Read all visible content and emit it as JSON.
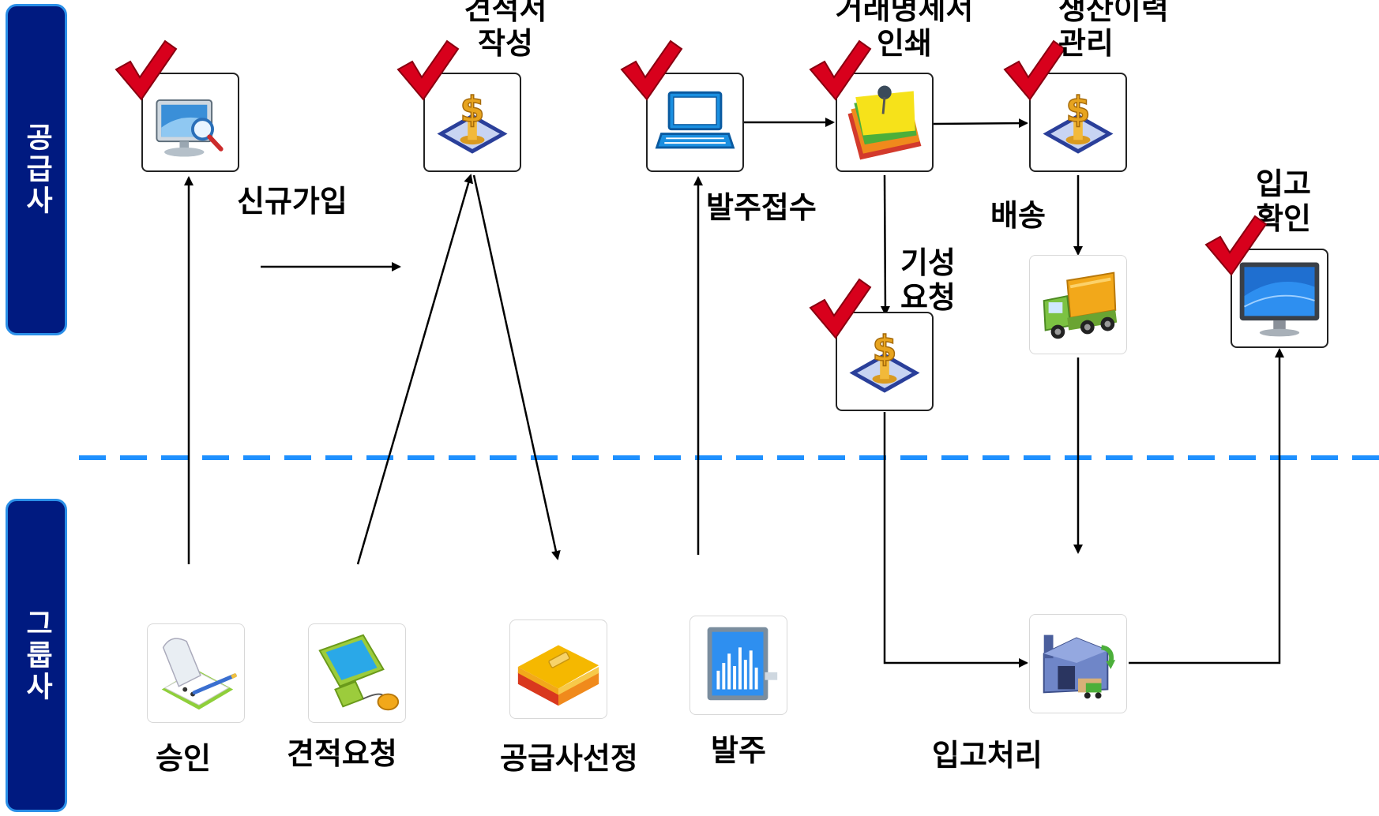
{
  "lanes": {
    "supplier": "공급사",
    "group": "그룹사"
  },
  "supplier_labels": {
    "signup": "신규가입",
    "quote_write": "견적서\n작성",
    "order_receipt": "발주접수",
    "invoice_print": "거래명세서\n인쇄",
    "production_history": "생산이력\n관리",
    "delivery": "배송",
    "progress_request": "기성\n요청",
    "receipt_confirm": "입고\n확인"
  },
  "group_labels": {
    "approval": "승인",
    "quote_request": "견적요청",
    "supplier_select": "공급사선정",
    "order": "발주",
    "receiving": "입고처리"
  },
  "colors": {
    "lane_fill": "#001a80",
    "lane_border": "#2a8fe8",
    "divider": "#1e90ff",
    "check": "#d8001c"
  }
}
